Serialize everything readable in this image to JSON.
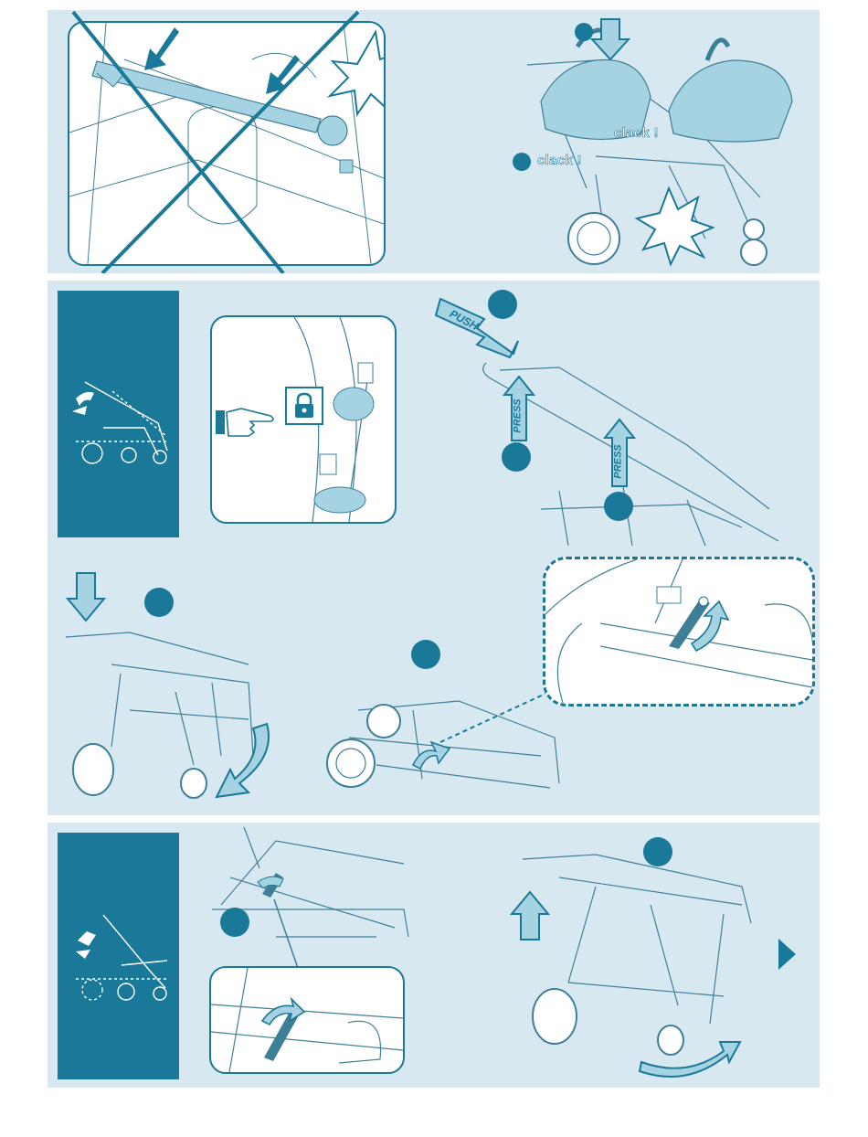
{
  "panels": {
    "top": {
      "sound_left": "clack !",
      "sound_right": "clack !"
    },
    "fold": {
      "push_label": "PUSH",
      "press_label_1": "PRESS",
      "press_label_2": "PRESS"
    },
    "unfold": {}
  },
  "colors": {
    "panel_bg": "#d7e8f1",
    "accent": "#1a7898",
    "line": "#3e7f98",
    "highlight": "#a6d3e1",
    "white": "#ffffff"
  },
  "icons": {
    "lock": "lock-icon",
    "pointing_hand": "pointing-hand-icon",
    "next_page": "triangle-right-icon"
  }
}
